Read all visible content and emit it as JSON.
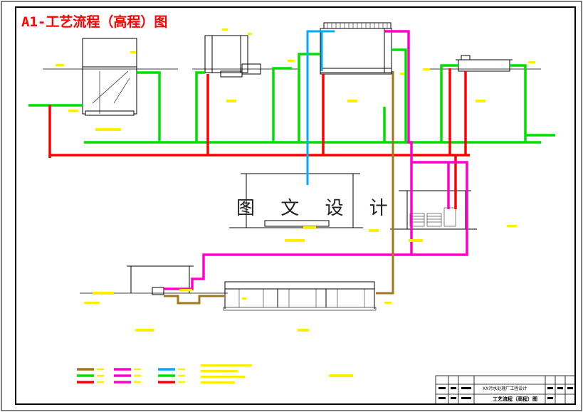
{
  "drawing": {
    "title": "A1-工艺流程（高程）图",
    "watermark": "图 文 设 计",
    "title_block": {
      "project": "XX污水处理厂工程设计",
      "drawing_name": "工艺流程（高程）图"
    },
    "colors": {
      "frame": "#000000",
      "sewage": "#ff0000",
      "water": "#00dd00",
      "sludge": "#ff00cc",
      "air": "#00aaff",
      "return": "#a07820",
      "label": "#ffee00",
      "structure": "#000000",
      "title": "#ff0000"
    }
  }
}
